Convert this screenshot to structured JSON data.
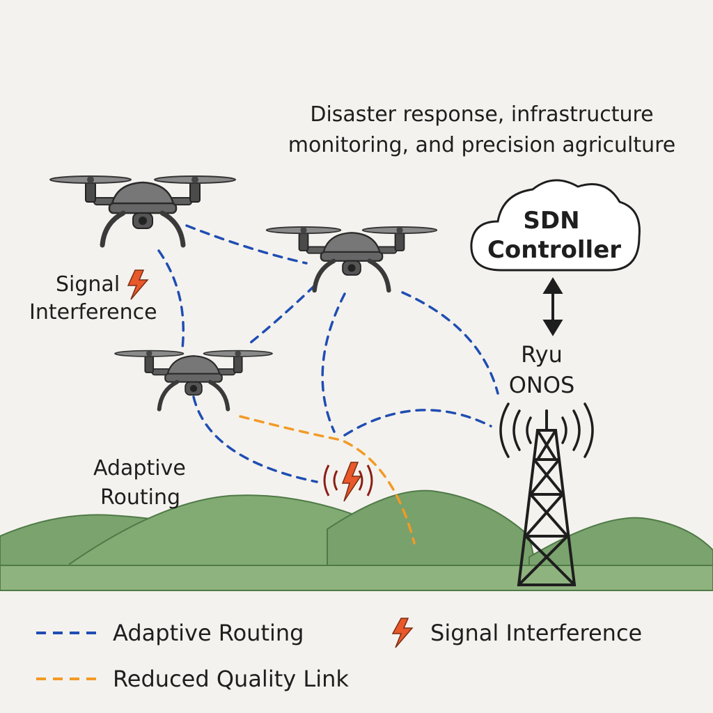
{
  "caption": {
    "line1": "Disaster response, infrastructure",
    "line2": "monitoring, and precision agriculture"
  },
  "controller": {
    "line1": "SDN",
    "line2": "Controller"
  },
  "platforms": {
    "line1": "Ryu",
    "line2": "ONOS"
  },
  "labels": {
    "signal_line1": "Signal",
    "signal_line2": "Interference",
    "routing_line1": "Adaptive",
    "routing_line2": "Routing"
  },
  "legend": {
    "adaptive_routing": "Adaptive Routing",
    "signal_interference": "Signal Interference",
    "reduced_quality": "Reduced Quality Link"
  },
  "colors": {
    "adaptive_link": "#1f4db3",
    "reduced_link": "#f29a26",
    "interference": "#e8582a",
    "hills": "#7aa36e",
    "drone": "#6e6e6e"
  },
  "icons": {
    "drone": "quadcopter-drone-icon",
    "cloud": "cloud-icon",
    "tower": "radio-tower-icon",
    "bolt": "lightning-bolt-icon",
    "arrow": "double-arrow-icon"
  }
}
